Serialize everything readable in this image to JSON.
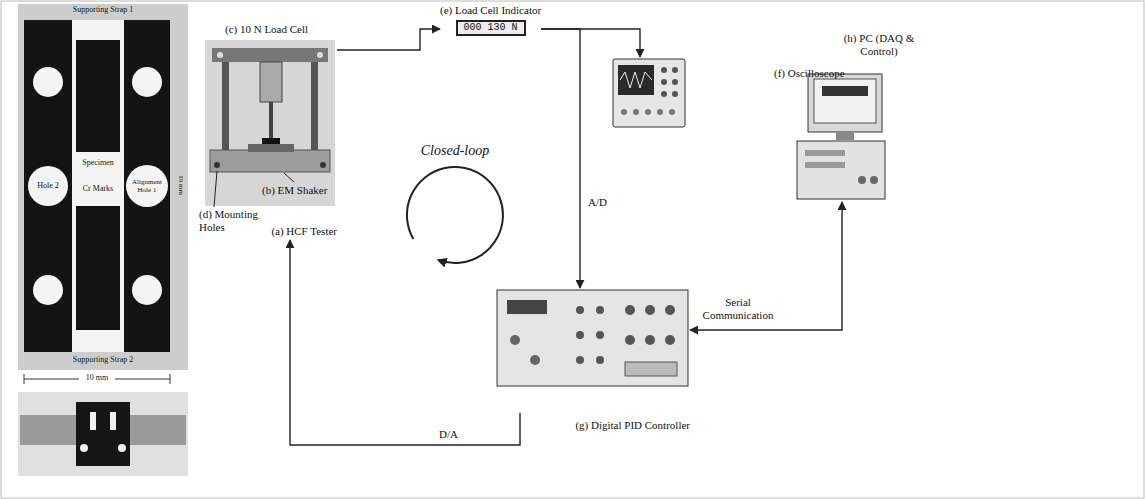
{
  "diagram": {
    "nodes": [
      {
        "text": [
          "(a) HCF Tester"
        ]
      },
      {
        "text": [
          "(e) Load Cell Indicator",
          "000 130 N"
        ]
      },
      {
        "text": [
          "(f) Oscilloscope"
        ]
      },
      {
        "text": [
          "(h) PC (DAQ & Control)"
        ]
      },
      {
        "text": [
          "(g) Digital PID Controller"
        ]
      }
    ],
    "edges": [
      {
        "from": 0,
        "to": 1,
        "arrow": "to"
      },
      {
        "from": 1,
        "to": 2,
        "arrow": "to"
      },
      {
        "from": 1,
        "to": 4,
        "label": "A/D",
        "arrow": "to"
      },
      {
        "from": 4,
        "to": 3,
        "label": "Serial Communication",
        "arrow": "both"
      },
      {
        "from": 4,
        "to": 0,
        "label": "D/A",
        "arrow": "to"
      }
    ],
    "labels": [
      "Supporting Strap 1",
      "Hole 2",
      "Specimen",
      "Cr Marks",
      "Alignment Hole 1",
      "10 mm",
      "Supporting Strap 2",
      "10 mm",
      "(c) 10 N Load Cell",
      "(b) EM Shaker",
      "(d) Mounting Holes",
      "Closed-loop"
    ]
  }
}
